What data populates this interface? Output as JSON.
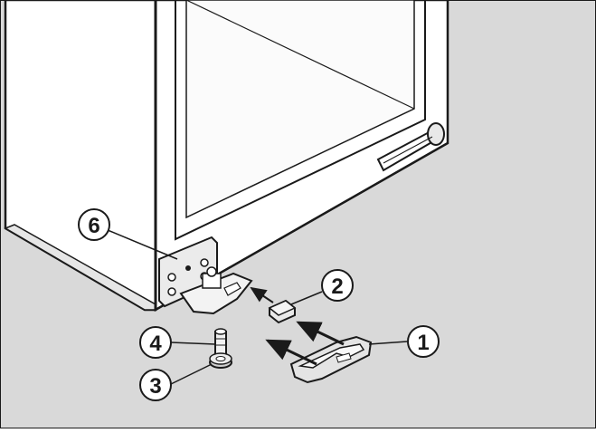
{
  "colors": {
    "background": "#d9d9d9",
    "cabinet": "#ffffff",
    "outline": "#1a1a1a",
    "parts_shade": "#cfcfcf"
  },
  "callouts": [
    {
      "id": "c1",
      "label": "1"
    },
    {
      "id": "c2",
      "label": "2"
    },
    {
      "id": "c3",
      "label": "3"
    },
    {
      "id": "c4",
      "label": "4"
    },
    {
      "id": "c6",
      "label": "6"
    }
  ]
}
